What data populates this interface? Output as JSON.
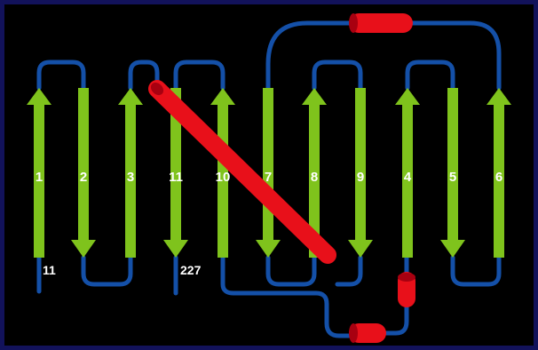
{
  "colors": {
    "background": "#0b0b2e",
    "panel": "#000000",
    "border": "#12125a",
    "strand": "#7fc31c",
    "loop": "#1450a8",
    "helix": "#e8101a",
    "helix_cap": "#a80010",
    "label": "#ffffff"
  },
  "strands": [
    {
      "label": "1",
      "direction": "up"
    },
    {
      "label": "2",
      "direction": "down"
    },
    {
      "label": "3",
      "direction": "up"
    },
    {
      "label": "11",
      "direction": "down"
    },
    {
      "label": "10",
      "direction": "up"
    },
    {
      "label": "7",
      "direction": "down"
    },
    {
      "label": "8",
      "direction": "up"
    },
    {
      "label": "9",
      "direction": "down"
    },
    {
      "label": "4",
      "direction": "up"
    },
    {
      "label": "5",
      "direction": "down"
    },
    {
      "label": "6",
      "direction": "up"
    }
  ],
  "termini": {
    "n_label": "11",
    "c_label": "227"
  }
}
